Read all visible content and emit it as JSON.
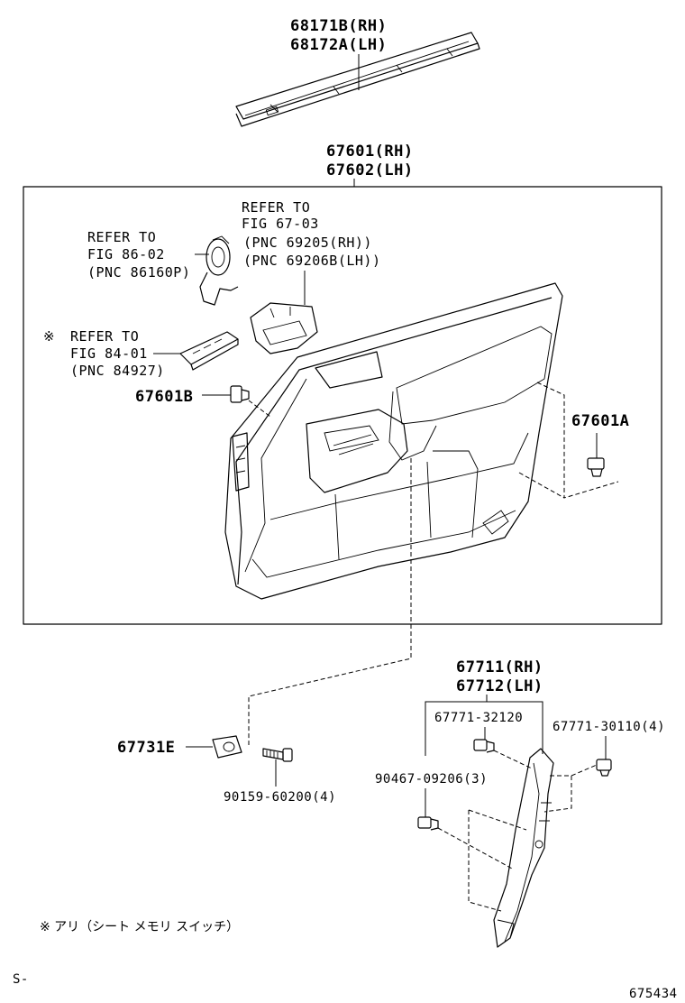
{
  "labels": {
    "molding_rh": "68171B(RH)",
    "molding_lh": "68172A(LH)",
    "panel_rh": "67601(RH)",
    "panel_lh": "67602(LH)",
    "ref67_1": "REFER TO",
    "ref67_2": "FIG 67-03",
    "ref67_3": "(PNC 69205(RH))",
    "ref67_4": "(PNC 69206B(LH))",
    "ref86_1": "REFER TO",
    "ref86_2": "FIG 86-02",
    "ref86_3": "(PNC 86160P)",
    "ref84_mark": "※",
    "ref84_1": "REFER TO",
    "ref84_2": "FIG 84-01",
    "ref84_3": "(PNC 84927)",
    "clip_b": "67601B",
    "clip_a": "67601A",
    "trim_rh": "67711(RH)",
    "trim_lh": "67712(LH)",
    "clip_32120": "67771-32120",
    "clip_30110": "67771-30110(4)",
    "clip_09206": "90467-09206(3)",
    "part_e": "67731E",
    "screw": "90159-60200(4)",
    "note": "※ アリ（シート メモリ スイッチ）",
    "s_mark": "S-",
    "fig_no": "675434"
  }
}
